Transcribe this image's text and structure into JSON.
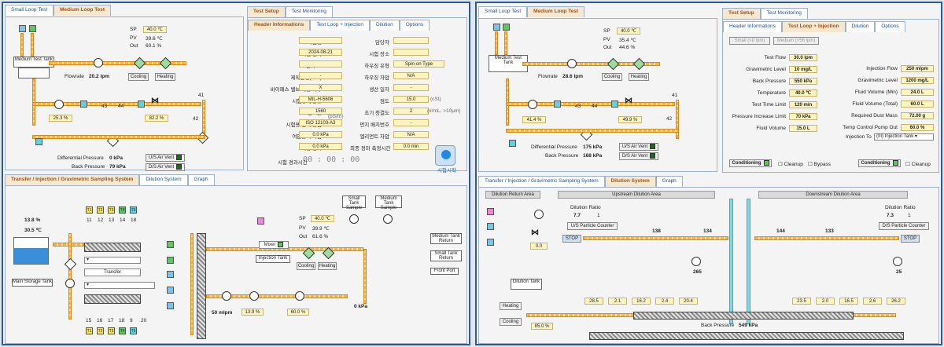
{
  "left": {
    "top_tabs": [
      "Small Loop Test",
      "Medium Loop Test"
    ],
    "setup_tabs": [
      "Test Setup",
      "Test Monitoring"
    ],
    "sub_tabs": [
      "Header Informations",
      "Test Loop + Injection",
      "Dilution",
      "Options"
    ],
    "tank_label": "Medium Test Tank",
    "sp": "40.0 ℃",
    "pv": "39.6 ℃",
    "out": "60.1 %",
    "sp_label": "SP",
    "pv_label": "PV",
    "out_label": "Out",
    "flowrate_label": "Flowrate",
    "flowrate": "20.2 lpm",
    "cooling": "Cooling",
    "heating": "Heating",
    "pct1": "25.3 %",
    "pct2": "82.2 %",
    "nums": [
      "43",
      "44",
      "41",
      "42"
    ],
    "dp_label": "Differential Pressure",
    "dp": "0 kPa",
    "bp_label": "Back Pressure",
    "bp": "79 kPa",
    "us_vent": "U/S Air Vent",
    "ds_vent": "D/S Air Vent",
    "form": [
      {
        "k": "시험명",
        "v": ""
      },
      {
        "k": "시험 일자",
        "v": "2024-08-21"
      },
      {
        "k": "필터 ID",
        "v": ""
      },
      {
        "k": "제작환경(kPa)",
        "v": "-"
      },
      {
        "k": "바이패스 밸브 작동 여부",
        "v": "X"
      },
      {
        "k": "시험유체 종류",
        "v": "MIL-H-5606"
      },
      {
        "k": "전도율",
        "v": "1560"
      },
      {
        "k": "시험용 먼지 등급",
        "v": "ISO 12103-A3"
      },
      {
        "k": "여압플러 차압",
        "v": "0.0 kPa"
      },
      {
        "k": "최종 정미",
        "v": "0.0 kPa"
      }
    ],
    "form_unit": "(pS/m)",
    "form2": [
      {
        "k": "담당자",
        "v": ""
      },
      {
        "k": "시험 장소",
        "v": ""
      },
      {
        "k": "하우징 유형",
        "v": "Spin-on Type"
      },
      {
        "k": "하우징 자압",
        "v": "N/A"
      },
      {
        "k": "생산 일자",
        "v": "-"
      },
      {
        "k": "점도",
        "v": "15.0"
      },
      {
        "k": "초기 청결도",
        "v": "2"
      },
      {
        "k": "먼지 배치번호",
        "v": "-"
      },
      {
        "k": "엘리먼트 차압",
        "v": "N/A"
      },
      {
        "k": "최종 정미 측정시간",
        "v": "0.0 min"
      }
    ],
    "visc_unit": "(cSt)",
    "clean_unit": "(#/mL, >10μm)",
    "elapsed_label": "시험 경과시간",
    "elapsed": "00 : 00 : 00",
    "start": "시험시작",
    "bottom_tabs": [
      "Transfer / Injection / Gravimetric Sampling System",
      "Dilution System",
      "Graph"
    ],
    "main_tank": "Main Storage Tank",
    "pct3": "13.8 %",
    "temp3": "30.5 ℃",
    "transfer": "Transfer",
    "mixer": "Mixer",
    "inj_tank": "Injection Tank",
    "sp2": "40.0 ℃",
    "pv2": "39.9 ℃",
    "out2": "61.6 %",
    "small_sample": "Small Tank Sample",
    "medium_sample": "Medium Tank Sample",
    "med_return": "Medium Tank Return",
    "small_return": "Small Tank Return",
    "front_port": "Front Port",
    "flow2": "50 mlpm",
    "pct4": "13.9 %",
    "pct5": "60.0 %",
    "kpa2": "0 kPa",
    "top_tags": [
      "T1",
      "T2",
      "T3",
      "T4",
      "T5"
    ],
    "bot_tags": [
      "T1",
      "T2",
      "T3",
      "T4",
      "T5"
    ],
    "top_nums": [
      "11",
      "12",
      "13",
      "14",
      "18"
    ],
    "bot_nums": [
      "15",
      "16",
      "17",
      "18",
      "9",
      "20"
    ]
  },
  "right": {
    "top_tabs": [
      "Small Loop Test",
      "Medium Loop Test"
    ],
    "setup_tabs": [
      "Test Setup",
      "Test Monitoring"
    ],
    "sub_tabs": [
      "Header Informations",
      "Test Loop + Injection",
      "Dilution",
      "Options"
    ],
    "size_small": "Small (<8 lpm)",
    "size_medium": "Medium (>56 lpm)",
    "tank_label": "Medium Test Tank",
    "sp": "40.0 ℃",
    "pv": "35.4 ℃",
    "out": "44.6 %",
    "flowrate": "28.6 lpm",
    "pct1": "41.4 %",
    "pct2": "49.9 %",
    "dp": "175 kPa",
    "bp": "168 kPa",
    "left_fields": [
      {
        "k": "Test Flow",
        "v": "30.0 lpm"
      },
      {
        "k": "Gravimetric Level",
        "v": "10 mg/L"
      },
      {
        "k": "Back Pressure",
        "v": "550 kPa"
      },
      {
        "k": "Temperature",
        "v": "40.0 ℃"
      },
      {
        "k": "Test Time Limit",
        "v": "120 min"
      },
      {
        "k": "Pressure Increase Limit",
        "v": "70 kPa"
      },
      {
        "k": "Fluid Volume",
        "v": "15.0 L"
      }
    ],
    "right_fields": [
      {
        "k": "Injection Flow",
        "v": "250 mlpm"
      },
      {
        "k": "Gravimetric Level",
        "v": "1200 mg/L"
      },
      {
        "k": "Fluid Volume (Min)",
        "v": "24.0 L"
      },
      {
        "k": "Fluid Volume (Total)",
        "v": "60.0 L"
      },
      {
        "k": "Required Dust Mass",
        "v": "72.00 g"
      },
      {
        "k": "Temp Control Pump Out",
        "v": "60.0 %"
      }
    ],
    "inj_to_label": "Injection To",
    "inj_to": "(III) Injection Tank",
    "conditioning": "Conditioning",
    "cleanup": "Cleanup",
    "bypass": "Bypass",
    "bottom_tabs": [
      "Transfer / Injection / Gravimetric Sampling System",
      "Dilution System",
      "Graph"
    ],
    "dil_return": "Dilution Return Area",
    "up_area": "Upstream Dilution Area",
    "down_area": "Downstream Dilution Area",
    "ratio_label": "Dilution Ratio",
    "ratio1": "7.7",
    "ratio2": "7.3",
    "ratio_one": "1",
    "us_counter": "U/S Particle Counter",
    "ds_counter": "D/S Particle Counter",
    "stop": "STOP",
    "line_vals": [
      "138",
      "134",
      "144",
      "133"
    ],
    "vals_l": [
      "28.5",
      "2.1",
      "16.2",
      "2.4",
      "20.4"
    ],
    "vals_r": [
      "23.5",
      "2.0",
      "16.5",
      "2.6",
      "26.2"
    ],
    "up_flow": "265",
    "down_flow": "25",
    "zero": "0.0",
    "dil_tank": "Dilution Tank",
    "heating": "Heating",
    "cooling": "Cooling",
    "pct3": "85.0 %",
    "bp2_label": "Back Pressure",
    "bp2": "549 kPa"
  }
}
